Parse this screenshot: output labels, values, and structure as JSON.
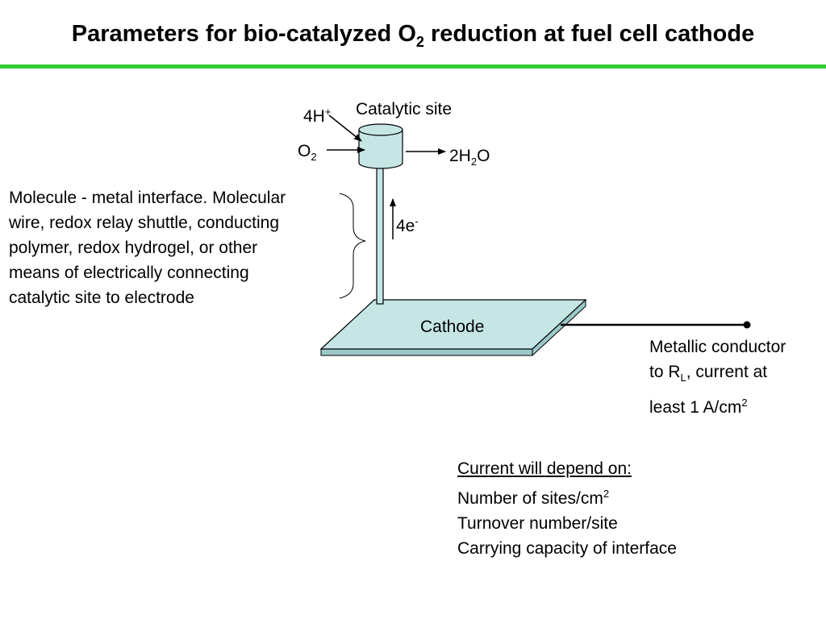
{
  "title": {
    "before": "Parameters for bio-catalyzed O",
    "sub": "2",
    "after": " reduction at fuel cell cathode"
  },
  "colors": {
    "accent_rule": "#33cc33",
    "cathode_fill": "#c6e6e6",
    "cathode_side": "#9cc9c9",
    "site_fill": "#c6e6e6",
    "stroke": "#000000"
  },
  "labels": {
    "protons": {
      "base": "4H",
      "sup": "+"
    },
    "catalytic_site": "Catalytic site",
    "oxygen": {
      "base": "O",
      "sub": "2"
    },
    "water": {
      "pre": "2H",
      "sub": "2",
      "post": "O"
    },
    "electrons": {
      "base": "4e",
      "sup": "-"
    },
    "cathode": "Cathode"
  },
  "interface_note": {
    "lines": [
      "Molecule - metal interface. Molecular",
      "wire, redox relay shuttle, conducting",
      "polymer, redox hydrogel, or other",
      "means of electrically connecting",
      "catalytic site to electrode"
    ]
  },
  "conductor_note": {
    "line1": "Metallic conductor",
    "line2_pre": "to R",
    "line2_sub": "L",
    "line2_post": ", current at",
    "line3_pre": "least 1 A/cm",
    "line3_sup": "2"
  },
  "current_note": {
    "heading": "Current will depend on:",
    "item1_pre": "Number of sites/cm",
    "item1_sup": "2",
    "item2": "Turnover number/site",
    "item3": "Carrying capacity of interface"
  }
}
